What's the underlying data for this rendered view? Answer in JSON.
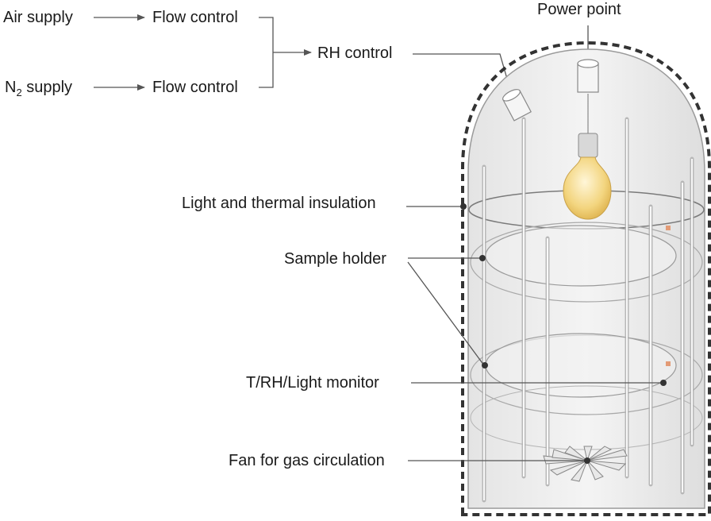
{
  "labels": {
    "air_supply": "Air supply",
    "n2_supply_prefix": "N",
    "n2_supply_sub": "2",
    "n2_supply_suffix": " supply",
    "flow_control_1": "Flow control",
    "flow_control_2": "Flow control",
    "rh_control": "RH control",
    "power_point": "Power point",
    "insulation": "Light and thermal insulation",
    "sample_holder": "Sample holder",
    "monitor": "T/RH/Light monitor",
    "fan": "Fan for gas circulation"
  },
  "colors": {
    "line": "#555555",
    "chamber_fill": "#ececec",
    "chamber_edge": "#9a9a9a",
    "insulation": "#333333",
    "bulb": "#f5d98a"
  }
}
